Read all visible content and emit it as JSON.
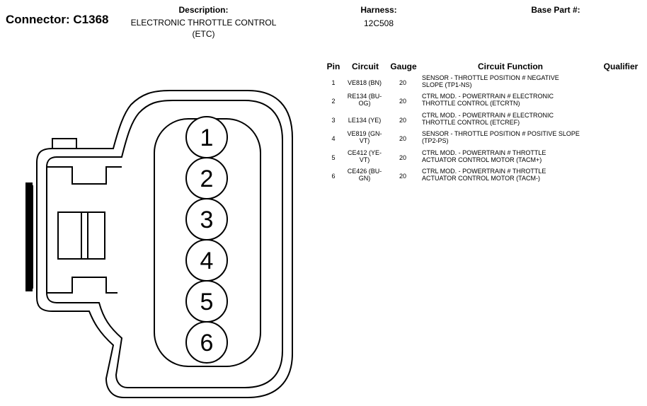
{
  "header": {
    "connector": "Connector: C1368",
    "description_label": "Description:",
    "description_line1": "ELECTRONIC THROTTLE CONTROL",
    "description_line2": "(ETC)",
    "harness_label": "Harness:",
    "harness_value": "12C508",
    "base_part_label": "Base Part #:"
  },
  "table": {
    "columns": {
      "pin": "Pin",
      "circuit": "Circuit",
      "gauge": "Gauge",
      "function": "Circuit Function",
      "qualifier": "Qualifier"
    },
    "rows": [
      {
        "pin": "1",
        "circuit_line1": "VE818 (BN)",
        "circuit_line2": "",
        "gauge": "20",
        "function_line1": "SENSOR - THROTTLE POSITION # NEGATIVE",
        "function_line2": "SLOPE (TP1-NS)"
      },
      {
        "pin": "2",
        "circuit_line1": "RE134 (BU-",
        "circuit_line2": "OG)",
        "gauge": "20",
        "function_line1": "CTRL MOD. - POWERTRAIN # ELECTRONIC",
        "function_line2": "THROTTLE CONTROL (ETCRTN)"
      },
      {
        "pin": "3",
        "circuit_line1": "LE134 (YE)",
        "circuit_line2": "",
        "gauge": "20",
        "function_line1": "CTRL MOD. - POWERTRAIN # ELECTRONIC",
        "function_line2": "THROTTLE CONTROL (ETCREF)"
      },
      {
        "pin": "4",
        "circuit_line1": "VE819 (GN-",
        "circuit_line2": "VT)",
        "gauge": "20",
        "function_line1": "SENSOR - THROTTLE POSITION # POSITIVE SLOPE",
        "function_line2": "(TP2-PS)"
      },
      {
        "pin": "5",
        "circuit_line1": "CE412 (YE-",
        "circuit_line2": "VT)",
        "gauge": "20",
        "function_line1": "CTRL MOD. - POWERTRAIN # THROTTLE",
        "function_line2": "ACTUATOR CONTROL MOTOR (TACM+)"
      },
      {
        "pin": "6",
        "circuit_line1": "CE426 (BU-",
        "circuit_line2": "GN)",
        "gauge": "20",
        "function_line1": "CTRL MOD. - POWERTRAIN # THROTTLE",
        "function_line2": "ACTUATOR CONTROL MOTOR (TACM-)"
      }
    ]
  },
  "diagram": {
    "pins": [
      "1",
      "2",
      "3",
      "4",
      "5",
      "6"
    ]
  }
}
